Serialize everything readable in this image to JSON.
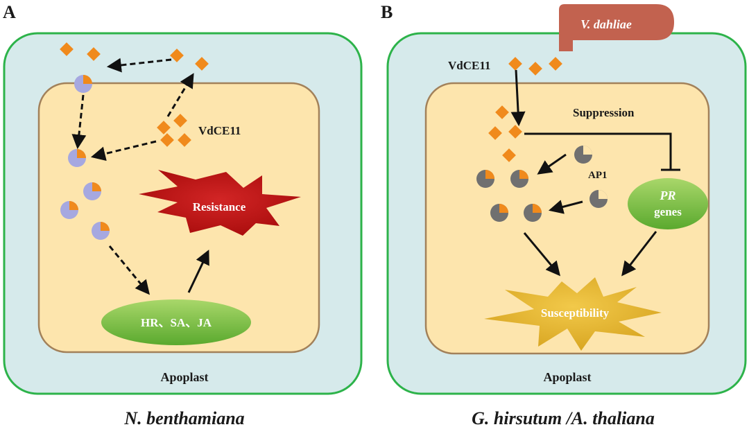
{
  "panels": {
    "a": {
      "letter": "A",
      "effector_label": "VdCE11",
      "response_label": "HR、SA、JA",
      "outcome_label": "Resistance",
      "compartment_label": "Apoplast",
      "species_label": "N. benthamiana"
    },
    "b": {
      "letter": "B",
      "pathogen_label": "V. dahliae",
      "effector_label": "VdCE11",
      "suppression_label": "Suppression",
      "target_label": "AP1",
      "genes_italic": "PR",
      "genes_label": "genes",
      "outcome_label": "Susceptibility",
      "compartment_label": "Apoplast",
      "species_label": "G. hirsutum /A. thaliana"
    }
  },
  "colors": {
    "apoplast_fill": "#d6eaeb",
    "cell_border": "#2db34a",
    "cytoplasm_fill": "#fde5ad",
    "cytoplasm_border": "#a2815a",
    "effector": "#f08a1c",
    "receptor_purple": "#a6a8e0",
    "receptor_gray": "#707070",
    "pathogen": "#c2624f"
  }
}
